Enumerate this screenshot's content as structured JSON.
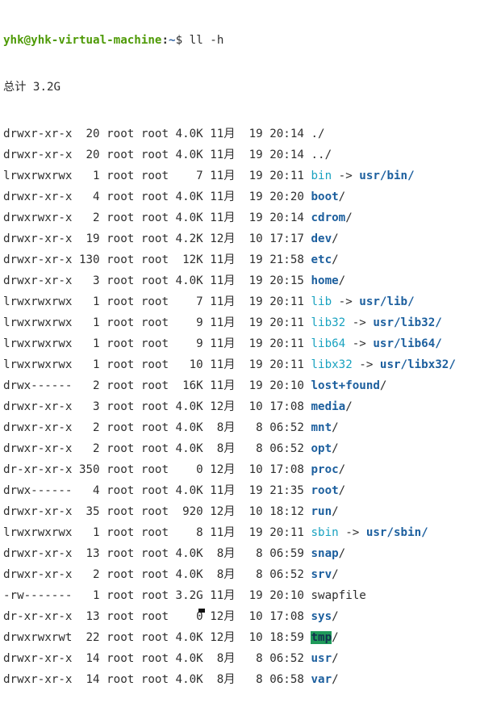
{
  "prompt": {
    "user_host": "yhk@yhk-virtual-machine",
    "colon": ":",
    "path": "~",
    "symbol": "$ ",
    "command": "ll -h"
  },
  "total_line": "总计 3.2G",
  "entries": [
    {
      "meta": "drwxr-xr-x  20 root root 4.0K 11月  19 20:14 ",
      "name": "./",
      "type": "file"
    },
    {
      "meta": "drwxr-xr-x  20 root root 4.0K 11月  19 20:14 ",
      "name": "../",
      "type": "file"
    },
    {
      "meta": "lrwxrwxrwx   1 root root    7 11月  19 20:11 ",
      "name": "bin",
      "type": "link",
      "target": "usr/bin/"
    },
    {
      "meta": "drwxr-xr-x   4 root root 4.0K 11月  19 20:20 ",
      "name": "boot",
      "type": "dir"
    },
    {
      "meta": "drwxrwxr-x   2 root root 4.0K 11月  19 20:14 ",
      "name": "cdrom",
      "type": "dir"
    },
    {
      "meta": "drwxr-xr-x  19 root root 4.2K 12月  10 17:17 ",
      "name": "dev",
      "type": "dir"
    },
    {
      "meta": "drwxr-xr-x 130 root root  12K 11月  19 21:58 ",
      "name": "etc",
      "type": "dir"
    },
    {
      "meta": "drwxr-xr-x   3 root root 4.0K 11月  19 20:15 ",
      "name": "home",
      "type": "dir"
    },
    {
      "meta": "lrwxrwxrwx   1 root root    7 11月  19 20:11 ",
      "name": "lib",
      "type": "link",
      "target": "usr/lib/"
    },
    {
      "meta": "lrwxrwxrwx   1 root root    9 11月  19 20:11 ",
      "name": "lib32",
      "type": "link",
      "target": "usr/lib32/"
    },
    {
      "meta": "lrwxrwxrwx   1 root root    9 11月  19 20:11 ",
      "name": "lib64",
      "type": "link",
      "target": "usr/lib64/"
    },
    {
      "meta": "lrwxrwxrwx   1 root root   10 11月  19 20:11 ",
      "name": "libx32",
      "type": "link",
      "target": "usr/libx32/"
    },
    {
      "meta": "drwx------   2 root root  16K 11月  19 20:10 ",
      "name": "lost+found",
      "type": "dir"
    },
    {
      "meta": "drwxr-xr-x   3 root root 4.0K 12月  10 17:08 ",
      "name": "media",
      "type": "dir"
    },
    {
      "meta": "drwxr-xr-x   2 root root 4.0K  8月   8 06:52 ",
      "name": "mnt",
      "type": "dir"
    },
    {
      "meta": "drwxr-xr-x   2 root root 4.0K  8月   8 06:52 ",
      "name": "opt",
      "type": "dir"
    },
    {
      "meta": "dr-xr-xr-x 350 root root    0 12月  10 17:08 ",
      "name": "proc",
      "type": "dir"
    },
    {
      "meta": "drwx------   4 root root 4.0K 11月  19 21:35 ",
      "name": "root",
      "type": "dir"
    },
    {
      "meta": "drwxr-xr-x  35 root root  920 12月  10 18:12 ",
      "name": "run",
      "type": "dir"
    },
    {
      "meta": "lrwxrwxrwx   1 root root    8 11月  19 20:11 ",
      "name": "sbin",
      "type": "link",
      "target": "usr/sbin/"
    },
    {
      "meta": "drwxr-xr-x  13 root root 4.0K  8月   8 06:59 ",
      "name": "snap",
      "type": "dir"
    },
    {
      "meta": "drwxr-xr-x   2 root root 4.0K  8月   8 06:52 ",
      "name": "srv",
      "type": "dir"
    },
    {
      "meta": "-rw-------   1 root root 3.2G 11月  19 20:10 ",
      "name": "swapfile",
      "type": "plain"
    },
    {
      "meta": "dr-xr-xr-x  13 root root    0 12月  10 17:08 ",
      "name": "sys",
      "type": "dir"
    },
    {
      "meta": "drwxrwxrwt  22 root root 4.0K 12月  10 18:59 ",
      "name": "tmp",
      "type": "sticky"
    },
    {
      "meta": "drwxr-xr-x  14 root root 4.0K  8月   8 06:52 ",
      "name": "usr",
      "type": "dir"
    },
    {
      "meta": "drwxr-xr-x  14 root root 4.0K  8月   8 06:58 ",
      "name": "var",
      "type": "dir"
    }
  ],
  "colors": {
    "background": "#ffffff",
    "text": "#2e2e2e",
    "prompt_user": "#4e9a06",
    "prompt_path": "#3465a4",
    "directory": "#1c5f9e",
    "symlink": "#19a2c0",
    "sticky_bg": "#1f9a5a"
  },
  "labels": {
    "slash": "/",
    "arrow": " -> "
  },
  "cursor": "terminal-cursor"
}
